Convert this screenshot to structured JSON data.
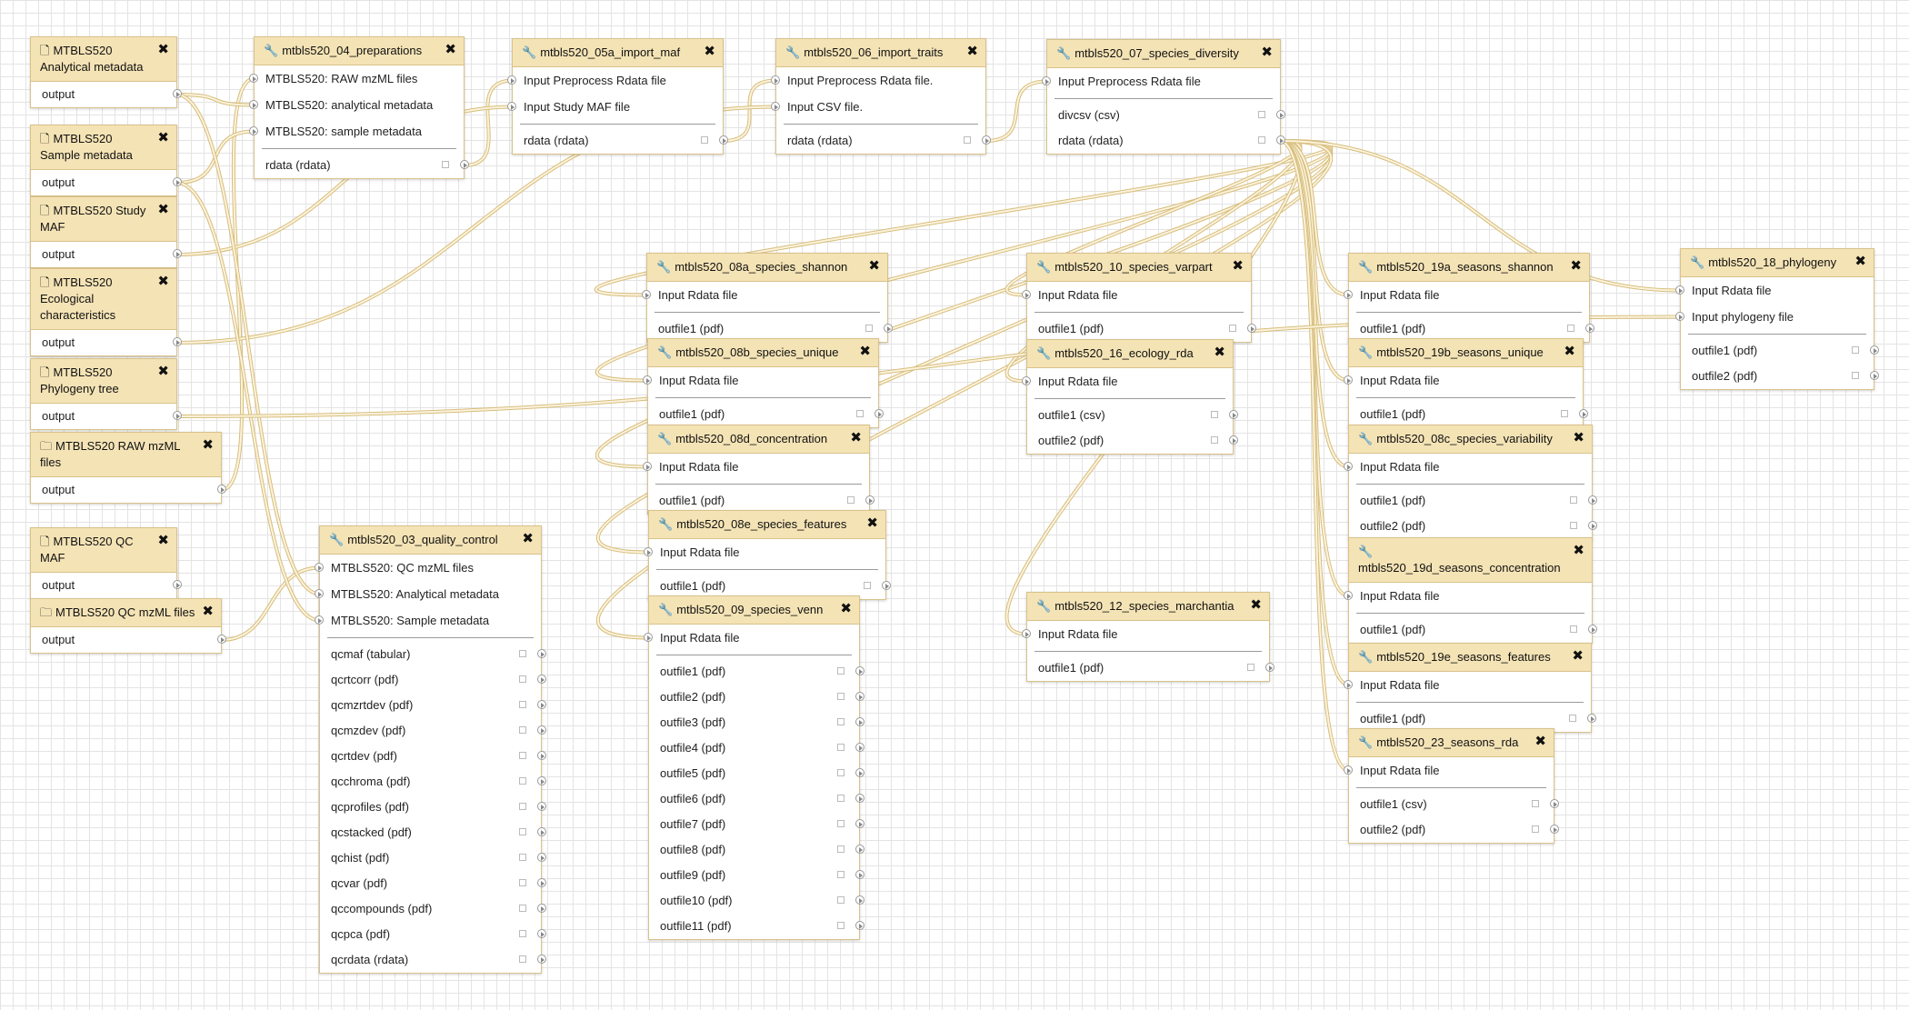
{
  "colors": {
    "wire": "#e0c98e",
    "header": "#f4e3b5",
    "border": "#d9c28a"
  },
  "input_nodes": [
    {
      "id": "in1",
      "icon": "file-icon",
      "title": "MTBLS520 Analytical metadata",
      "output": "output"
    },
    {
      "id": "in2",
      "icon": "file-icon",
      "title": "MTBLS520 Sample metadata",
      "output": "output"
    },
    {
      "id": "in3",
      "icon": "file-icon",
      "title": "MTBLS520 Study MAF",
      "output": "output"
    },
    {
      "id": "in4",
      "icon": "file-icon",
      "title": "MTBLS520 Ecological characteristics",
      "output": "output"
    },
    {
      "id": "in5",
      "icon": "file-icon",
      "title": "MTBLS520 Phylogeny tree",
      "output": "output"
    },
    {
      "id": "in6",
      "icon": "folder-icon",
      "title": "MTBLS520 RAW mzML files",
      "output": "output"
    },
    {
      "id": "in7",
      "icon": "file-icon",
      "title": "MTBLS520 QC MAF",
      "output": "output"
    },
    {
      "id": "in8",
      "icon": "folder-icon",
      "title": "MTBLS520 QC mzML files",
      "output": "output"
    }
  ],
  "tool_nodes": [
    {
      "id": "t04",
      "title": "mtbls520_04_preparations",
      "inputs": [
        "MTBLS520: RAW mzML files",
        "MTBLS520: analytical metadata",
        "MTBLS520: sample metadata"
      ],
      "outputs": [
        "rdata (rdata)"
      ]
    },
    {
      "id": "t05a",
      "title": "mtbls520_05a_import_maf",
      "inputs": [
        "Input Preprocess Rdata file",
        "Input Study MAF file"
      ],
      "outputs": [
        "rdata (rdata)"
      ]
    },
    {
      "id": "t06",
      "title": "mtbls520_06_import_traits",
      "inputs": [
        "Input Preprocess Rdata file.",
        "Input CSV file."
      ],
      "outputs": [
        "rdata (rdata)"
      ]
    },
    {
      "id": "t07",
      "title": "mtbls520_07_species_diversity",
      "inputs": [
        "Input Preprocess Rdata file"
      ],
      "outputs": [
        "divcsv (csv)",
        "rdata (rdata)"
      ]
    },
    {
      "id": "t08a",
      "title": "mtbls520_08a_species_shannon",
      "inputs": [
        "Input Rdata file"
      ],
      "outputs": [
        "outfile1 (pdf)"
      ]
    },
    {
      "id": "t08b",
      "title": "mtbls520_08b_species_unique",
      "inputs": [
        "Input Rdata file"
      ],
      "outputs": [
        "outfile1 (pdf)"
      ]
    },
    {
      "id": "t08d",
      "title": "mtbls520_08d_concentration",
      "inputs": [
        "Input Rdata file"
      ],
      "outputs": [
        "outfile1 (pdf)"
      ]
    },
    {
      "id": "t08e",
      "title": "mtbls520_08e_species_features",
      "inputs": [
        "Input Rdata file"
      ],
      "outputs": [
        "outfile1 (pdf)"
      ]
    },
    {
      "id": "t09",
      "title": "mtbls520_09_species_venn",
      "inputs": [
        "Input Rdata file"
      ],
      "outputs": [
        "outfile1 (pdf)",
        "outfile2 (pdf)",
        "outfile3 (pdf)",
        "outfile4 (pdf)",
        "outfile5 (pdf)",
        "outfile6 (pdf)",
        "outfile7 (pdf)",
        "outfile8 (pdf)",
        "outfile9 (pdf)",
        "outfile10 (pdf)",
        "outfile11 (pdf)"
      ]
    },
    {
      "id": "t03",
      "title": "mtbls520_03_quality_control",
      "inputs": [
        "MTBLS520: QC mzML files",
        "MTBLS520: Analytical metadata",
        "MTBLS520: Sample metadata"
      ],
      "outputs": [
        "qcmaf (tabular)",
        "qcrtcorr (pdf)",
        "qcmzrtdev (pdf)",
        "qcmzdev (pdf)",
        "qcrtdev (pdf)",
        "qcchroma (pdf)",
        "qcprofiles (pdf)",
        "qcstacked (pdf)",
        "qchist (pdf)",
        "qcvar (pdf)",
        "qccompounds (pdf)",
        "qcpca (pdf)",
        "qcrdata (rdata)"
      ]
    },
    {
      "id": "t10",
      "title": "mtbls520_10_species_varpart",
      "inputs": [
        "Input Rdata file"
      ],
      "outputs": [
        "outfile1 (pdf)"
      ]
    },
    {
      "id": "t16",
      "title": "mtbls520_16_ecology_rda",
      "inputs": [
        "Input Rdata file"
      ],
      "outputs": [
        "outfile1 (csv)",
        "outfile2 (pdf)"
      ]
    },
    {
      "id": "t12",
      "title": "mtbls520_12_species_marchantia",
      "inputs": [
        "Input Rdata file"
      ],
      "outputs": [
        "outfile1 (pdf)"
      ]
    },
    {
      "id": "t19a",
      "title": "mtbls520_19a_seasons_shannon",
      "inputs": [
        "Input Rdata file"
      ],
      "outputs": [
        "outfile1 (pdf)"
      ]
    },
    {
      "id": "t19b",
      "title": "mtbls520_19b_seasons_unique",
      "inputs": [
        "Input Rdata file"
      ],
      "outputs": [
        "outfile1 (pdf)"
      ]
    },
    {
      "id": "t08c",
      "title": "mtbls520_08c_species_variability",
      "inputs": [
        "Input Rdata file"
      ],
      "outputs": [
        "outfile1 (pdf)",
        "outfile2 (pdf)"
      ]
    },
    {
      "id": "t19d",
      "title": "mtbls520_19d_seasons_concentration",
      "inputs": [
        "Input Rdata file"
      ],
      "outputs": [
        "outfile1 (pdf)"
      ]
    },
    {
      "id": "t19e",
      "title": "mtbls520_19e_seasons_features",
      "inputs": [
        "Input Rdata file"
      ],
      "outputs": [
        "outfile1 (pdf)"
      ]
    },
    {
      "id": "t23",
      "title": "mtbls520_23_seasons_rda",
      "inputs": [
        "Input Rdata file"
      ],
      "outputs": [
        "outfile1 (csv)",
        "outfile2 (pdf)"
      ]
    },
    {
      "id": "t18",
      "title": "mtbls520_18_phylogeny",
      "inputs": [
        "Input Rdata file",
        "Input phylogeny file"
      ],
      "outputs": [
        "outfile1 (pdf)",
        "outfile2 (pdf)"
      ]
    }
  ]
}
